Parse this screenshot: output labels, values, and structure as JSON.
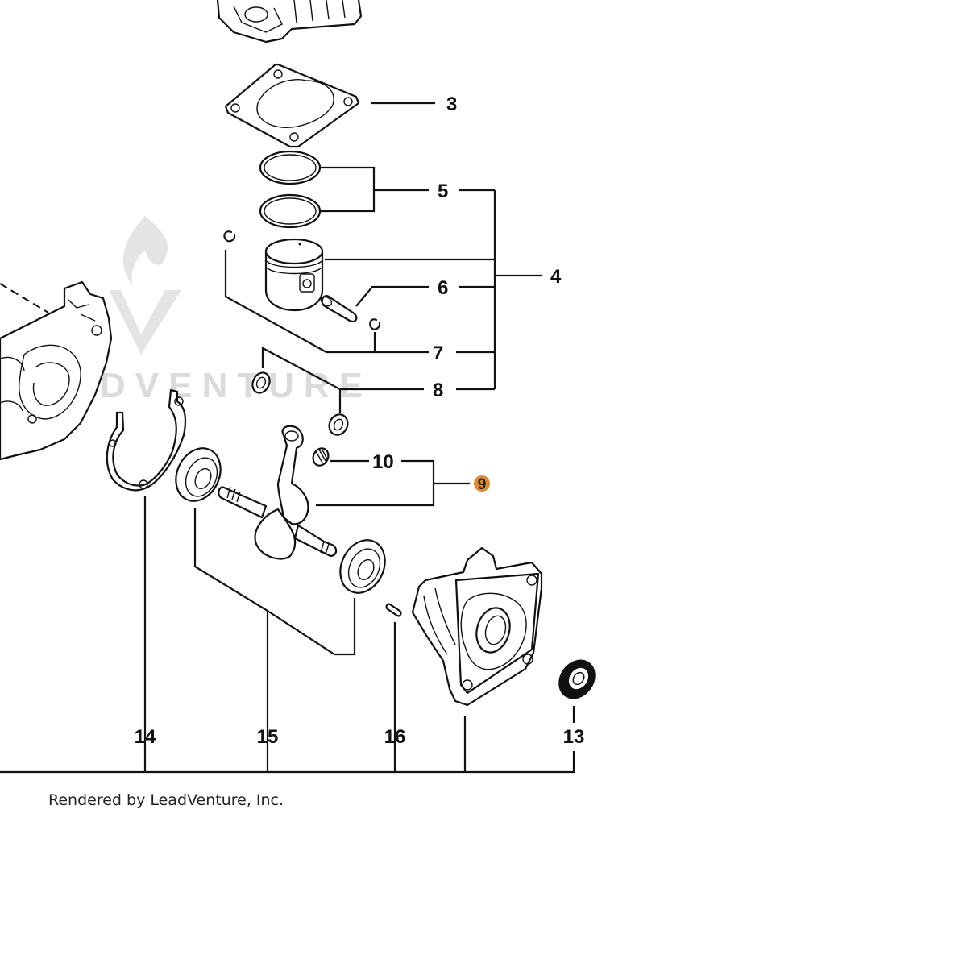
{
  "callouts": {
    "c3": "3",
    "c4": "4",
    "c5": "5",
    "c6": "6",
    "c7": "7",
    "c8": "8",
    "c9": "9",
    "c10": "10",
    "c13": "13",
    "c14": "14",
    "c15": "15",
    "c16": "16"
  },
  "highlight": {
    "callout": "9",
    "color": "#e08a2e"
  },
  "watermark": {
    "text": "LEADVENTURE"
  },
  "footer": {
    "credit": "Rendered by LeadVenture, Inc."
  }
}
